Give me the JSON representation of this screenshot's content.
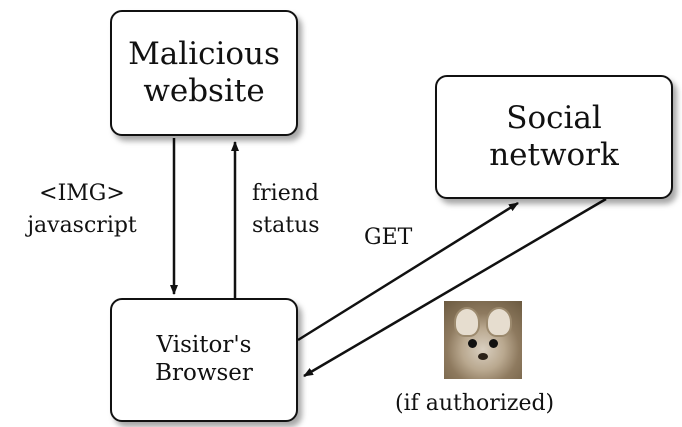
{
  "nodes": {
    "malicious": {
      "lines": [
        "Malicious",
        "website"
      ]
    },
    "social": {
      "lines": [
        "Social",
        "network"
      ]
    },
    "browser": {
      "lines": [
        "Visitor's",
        "Browser"
      ]
    }
  },
  "labels": {
    "img_lines": [
      "<IMG>",
      "javascript"
    ],
    "friend_lines": [
      "friend",
      "status"
    ],
    "get": "GET",
    "authorized": "(if authorized)"
  },
  "avatar": {
    "icon": "pika-avatar-icon"
  }
}
